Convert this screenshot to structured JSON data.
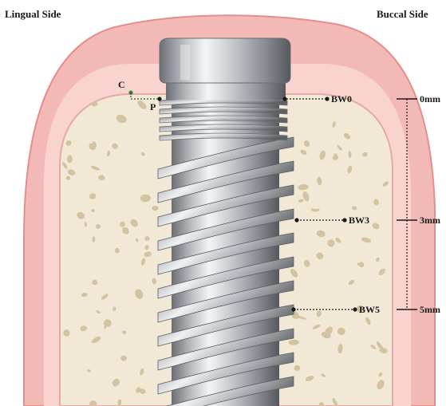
{
  "labels": {
    "lingual_side": "Lingual Side",
    "buccal_side": "Buccal Side",
    "point_c": "C",
    "point_p": "P",
    "bw0": "BW0",
    "bw3": "BW3",
    "bw5": "BW5",
    "scale_0": "0mm",
    "scale_3": "3mm",
    "scale_5": "5mm"
  },
  "colors": {
    "gingiva": "#f3b9b6",
    "gingiva_edge": "#e48f8c",
    "gum_inner": "#f9d3cd",
    "bone": "#f1e9d6",
    "bone_pore": "#d4c3a0",
    "implant_light": "#e9eaec",
    "implant_dark": "#6b6e73",
    "marker": "#1a1a1a",
    "point_green": "#3c8a3a"
  }
}
